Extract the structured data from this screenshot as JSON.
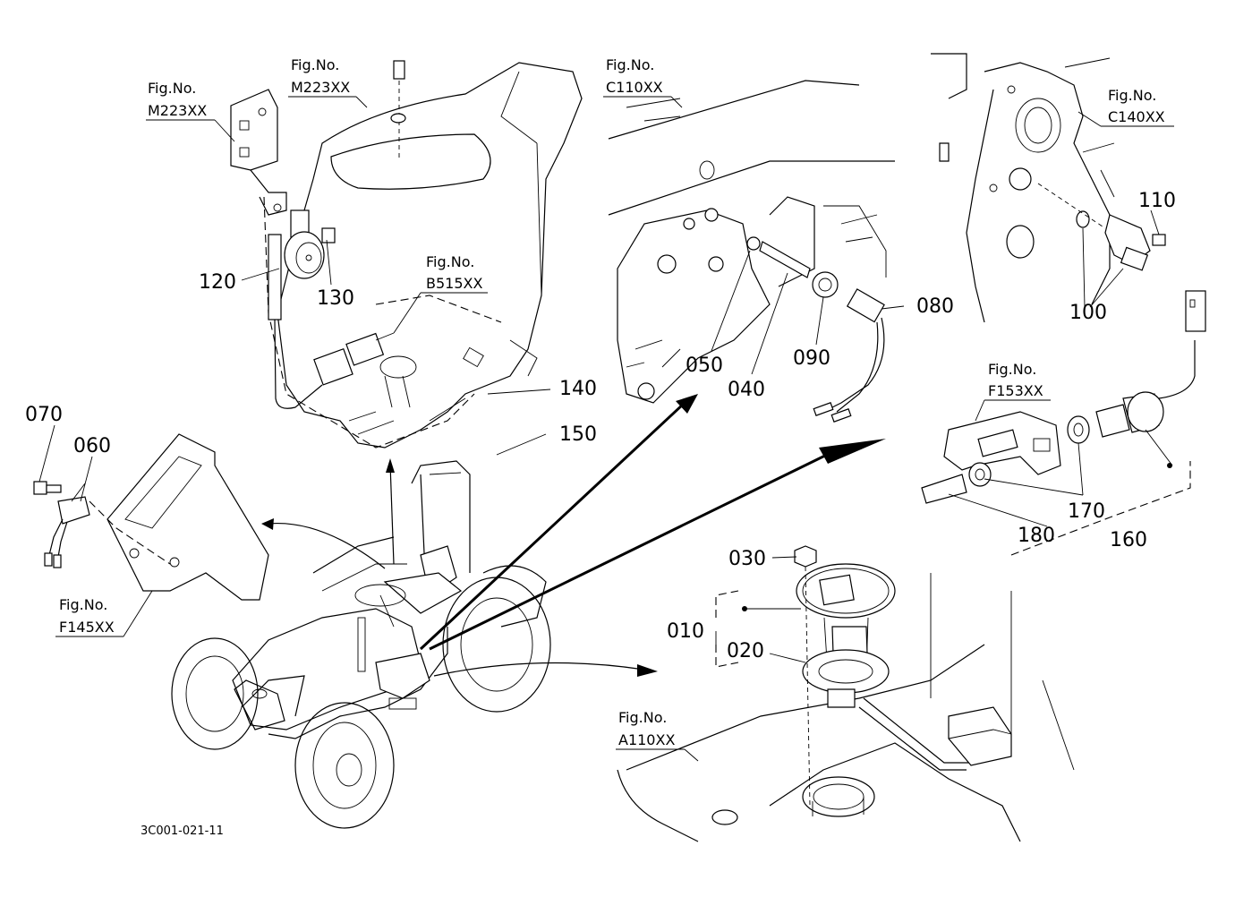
{
  "drawing_code": "3C001-021-11",
  "part_numbers": [
    "010",
    "020",
    "030",
    "040",
    "050",
    "060",
    "070",
    "080",
    "090",
    "100",
    "110",
    "120",
    "130",
    "140",
    "150",
    "160",
    "170",
    "180"
  ],
  "fig_refs": [
    {
      "prefix": "Fig.No.",
      "code": "M223XX"
    },
    {
      "prefix": "Fig.No.",
      "code": "M223XX"
    },
    {
      "prefix": "Fig.No.",
      "code": "B515XX"
    },
    {
      "prefix": "Fig.No.",
      "code": "C110XX"
    },
    {
      "prefix": "Fig.No.",
      "code": "C140XX"
    },
    {
      "prefix": "Fig.No.",
      "code": "F153XX"
    },
    {
      "prefix": "Fig.No.",
      "code": "F145XX"
    },
    {
      "prefix": "Fig.No.",
      "code": "A110XX"
    }
  ]
}
